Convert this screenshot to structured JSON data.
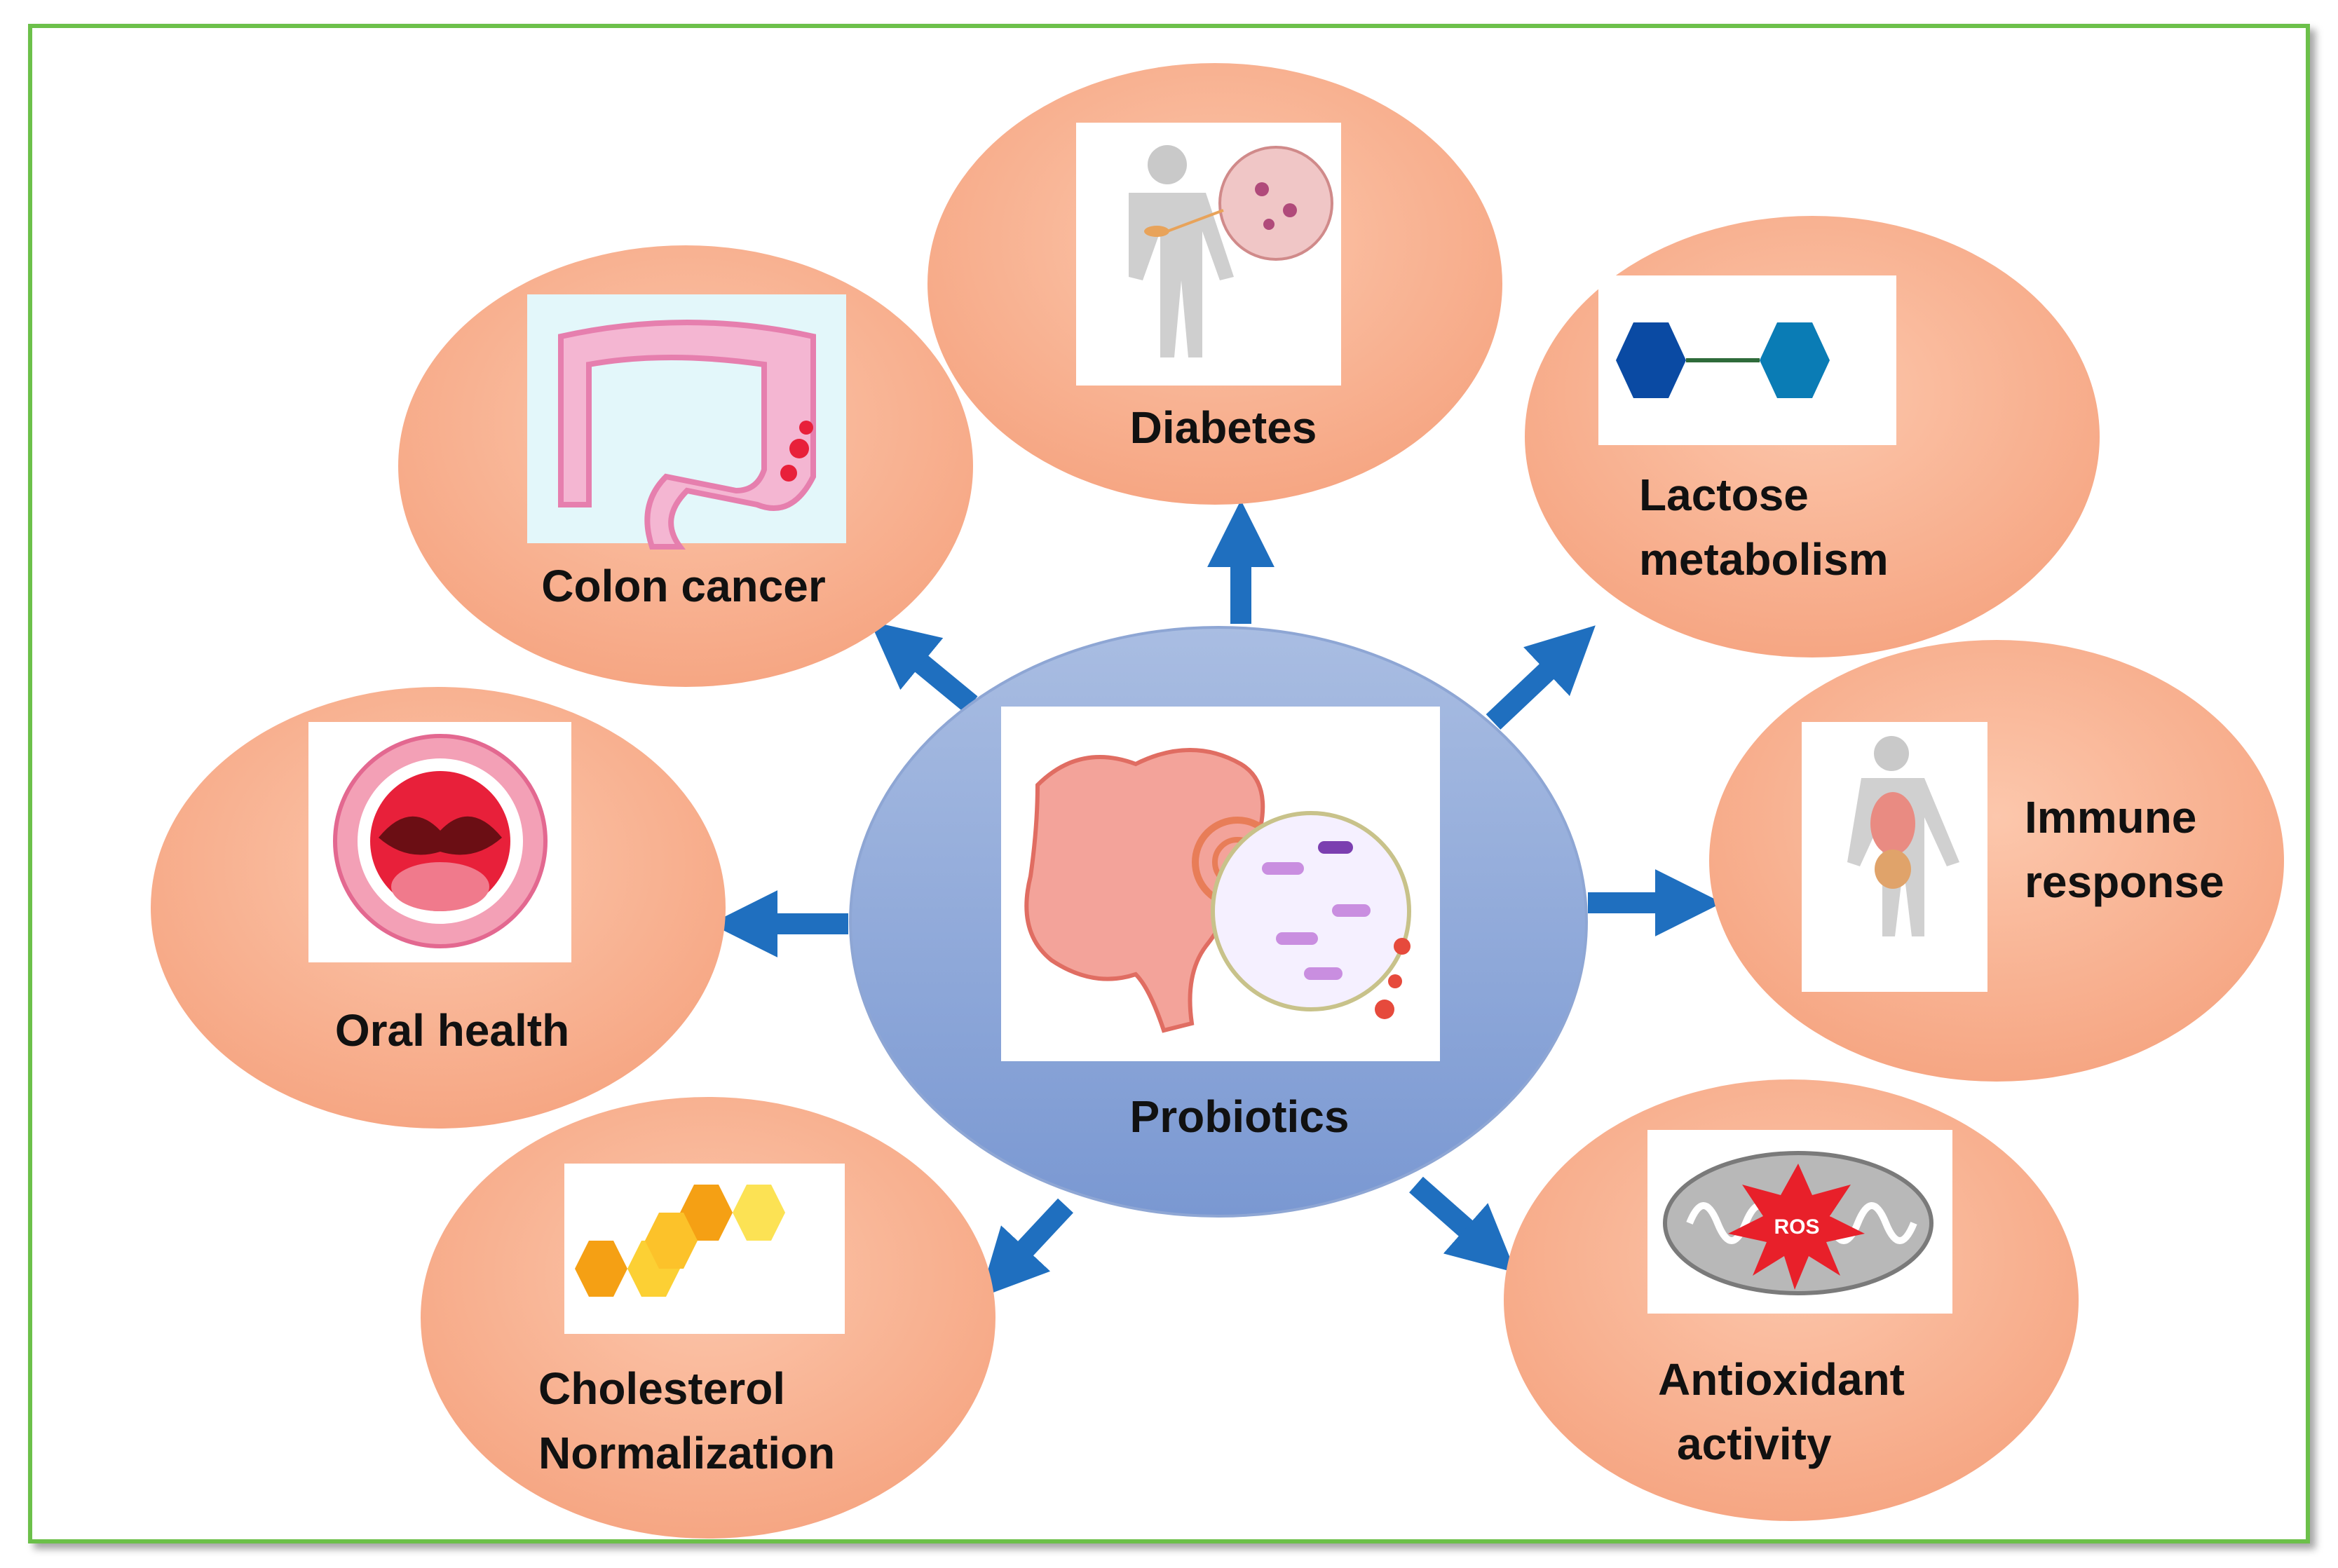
{
  "center": {
    "label": "Probiotics"
  },
  "benefits": [
    {
      "id": "diabetes",
      "lines": [
        "Diabetes"
      ]
    },
    {
      "id": "lactose",
      "lines": [
        "Lactose",
        "metabolism"
      ]
    },
    {
      "id": "immune",
      "lines": [
        "Immune",
        "response"
      ]
    },
    {
      "id": "antioxidant",
      "lines": [
        "Antioxidant",
        "activity"
      ],
      "badge": "ROS"
    },
    {
      "id": "cholesterol",
      "lines": [
        "Cholesterol",
        "Normalization"
      ]
    },
    {
      "id": "oral",
      "lines": [
        "Oral health"
      ]
    },
    {
      "id": "colon",
      "lines": [
        "Colon cancer"
      ]
    }
  ],
  "colors": {
    "node_fill": "#f9b69a",
    "center_fill": "#8fa9d8",
    "arrow": "#1f6fbf",
    "frame": "#6cc04a"
  }
}
